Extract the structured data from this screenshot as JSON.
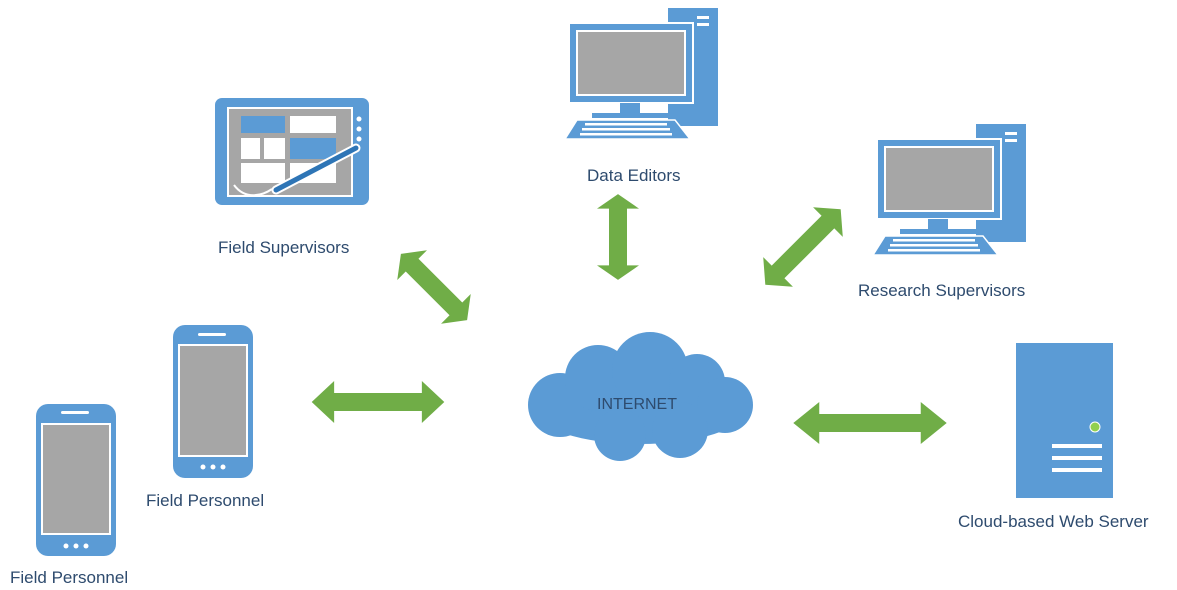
{
  "nodes": {
    "field_supervisors": {
      "label": "Field Supervisors",
      "icon": "tablet-icon"
    },
    "data_editors": {
      "label": "Data Editors",
      "icon": "desktop-computer-icon"
    },
    "research_supervisors": {
      "label": "Research Supervisors",
      "icon": "desktop-computer-icon"
    },
    "field_personnel_1": {
      "label": "Field Personnel",
      "icon": "smartphone-icon"
    },
    "field_personnel_2": {
      "label": "Field Personnel",
      "icon": "smartphone-icon"
    },
    "internet": {
      "label": "INTERNET",
      "icon": "cloud-icon"
    },
    "web_server": {
      "label": "Cloud-based Web Server",
      "icon": "server-icon"
    }
  },
  "connections": [
    {
      "from": "Field Supervisors",
      "to": "INTERNET",
      "type": "bidirectional"
    },
    {
      "from": "Data Editors",
      "to": "INTERNET",
      "type": "bidirectional"
    },
    {
      "from": "Research Supervisors",
      "to": "INTERNET",
      "type": "bidirectional"
    },
    {
      "from": "Field Personnel",
      "to": "INTERNET",
      "type": "bidirectional"
    },
    {
      "from": "INTERNET",
      "to": "Cloud-based Web Server",
      "type": "bidirectional"
    }
  ],
  "colors": {
    "device_blue": "#5b9bd5",
    "device_dark": "#2e75b6",
    "screen_gray": "#a6a6a6",
    "arrow_green": "#70ad47",
    "label_text": "#2e4b6e",
    "server_led": "#92d050"
  }
}
